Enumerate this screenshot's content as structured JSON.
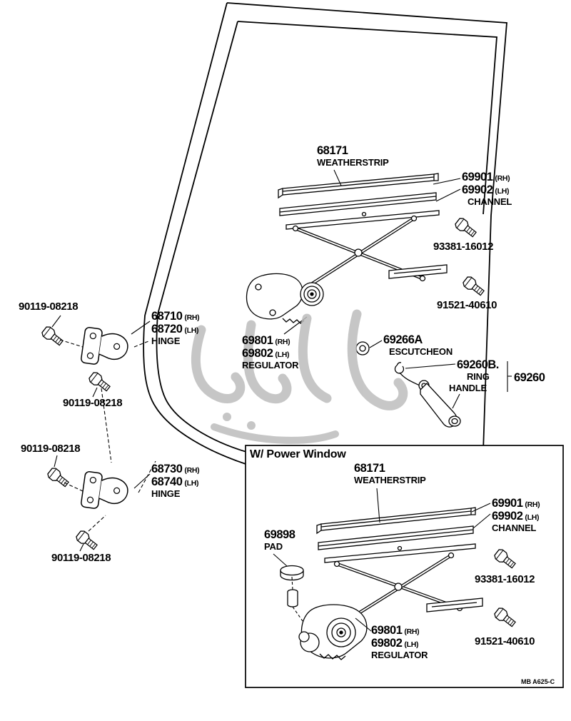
{
  "inset": {
    "title": "W/ Power Window"
  },
  "plate_code": "MB A625-C",
  "parts": {
    "weatherstrip": {
      "num": "68171",
      "name": "WEATHERSTRIP"
    },
    "channel": {
      "rh_num": "69901",
      "rh_side": "(RH)",
      "lh_num": "69902",
      "lh_side": "(LH)",
      "name": "CHANNEL"
    },
    "screw_93381": {
      "num": "93381-16012"
    },
    "bolt_91521": {
      "num": "91521-40610"
    },
    "bolt_90119": {
      "num": "90119-08218"
    },
    "hinge_upper": {
      "rh_num": "68710",
      "rh_side": "(RH)",
      "lh_num": "68720",
      "lh_side": "(LH)",
      "name": "HINGE"
    },
    "hinge_lower": {
      "rh_num": "68730",
      "rh_side": "(RH)",
      "lh_num": "68740",
      "lh_side": "(LH)",
      "name": "HINGE"
    },
    "regulator": {
      "rh_num": "69801",
      "rh_side": "(RH)",
      "lh_num": "69802",
      "lh_side": "(LH)",
      "name": "REGULATOR"
    },
    "escutcheon": {
      "num": "69266A",
      "name": "ESCUTCHEON"
    },
    "ring": {
      "num": "69260B.",
      "name": "RING"
    },
    "handle": {
      "num": "69260",
      "name": "HANDLE"
    },
    "pad": {
      "num": "69898",
      "name": "PAD"
    }
  }
}
